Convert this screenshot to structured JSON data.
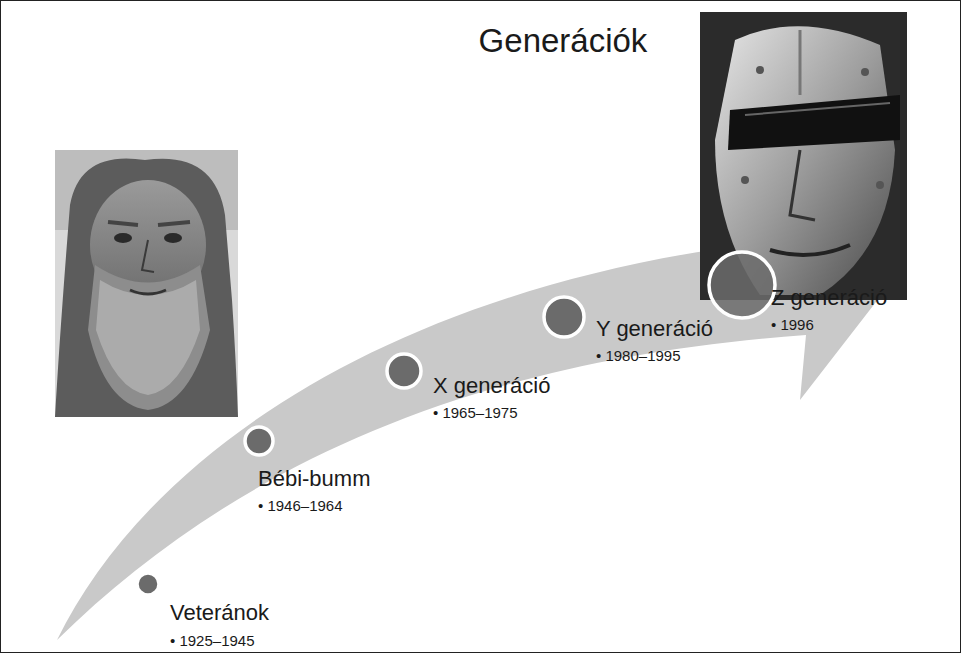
{
  "diagram": {
    "title": "Generációk",
    "nodes": [
      {
        "text": [
          "Veteránok",
          "• 1925–1945"
        ]
      },
      {
        "text": [
          "Bébi-bumm",
          "• 1946–1964"
        ]
      },
      {
        "text": [
          "X generáció",
          "• 1965–1975"
        ]
      },
      {
        "text": [
          "Y generáció",
          "• 1980–1995"
        ]
      },
      {
        "text": [
          "Z generáció",
          "• 1996"
        ]
      }
    ]
  }
}
